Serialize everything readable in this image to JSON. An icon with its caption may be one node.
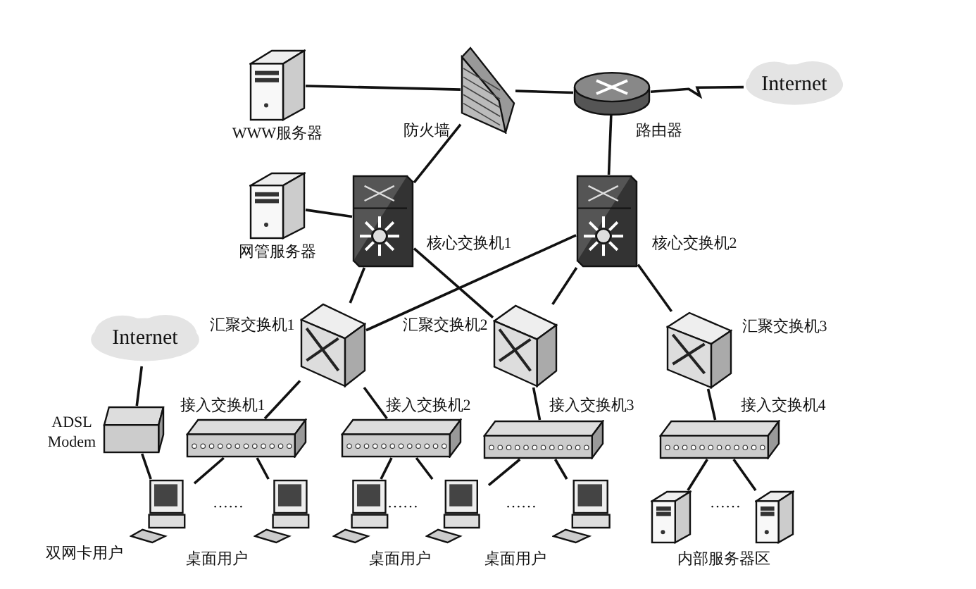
{
  "diagram": {
    "nodes": [
      {
        "text": [
          "WWW服务器"
        ]
      },
      {
        "text": [
          "防火墙"
        ]
      },
      {
        "text": [
          "路由器"
        ]
      },
      {
        "text": [
          "Internet"
        ]
      },
      {
        "text": [
          "网管服务器"
        ]
      },
      {
        "text": [
          "核心交换机1"
        ]
      },
      {
        "text": [
          "核心交换机2"
        ]
      },
      {
        "text": [
          "汇聚交换机1"
        ]
      },
      {
        "text": [
          "汇聚交换机2"
        ]
      },
      {
        "text": [
          "汇聚交换机3"
        ]
      },
      {
        "text": [
          "Internet"
        ]
      },
      {
        "text": [
          "ADSL Modem"
        ]
      },
      {
        "text": [
          "接入交换机1"
        ]
      },
      {
        "text": [
          "接入交换机2"
        ]
      },
      {
        "text": [
          "接入交换机3"
        ]
      },
      {
        "text": [
          "接入交换机4"
        ]
      },
      {
        "text": [
          "双网卡用户"
        ]
      },
      {
        "text": [],
        "shape": "picture"
      },
      {
        "text": [],
        "shape": "picture"
      },
      {
        "text": [],
        "shape": "picture"
      },
      {
        "text": [],
        "shape": "picture"
      },
      {
        "text": [],
        "shape": "picture"
      },
      {
        "text": [],
        "shape": "picture"
      }
    ],
    "edges": [
      {
        "from": 0,
        "to": 1,
        "arrow": "none"
      },
      {
        "from": 1,
        "to": 2,
        "arrow": "none"
      },
      {
        "from": 2,
        "to": 3,
        "arrow": "none"
      },
      {
        "from": 1,
        "to": 5,
        "arrow": "none"
      },
      {
        "from": 2,
        "to": 6,
        "arrow": "none"
      },
      {
        "from": 4,
        "to": 5,
        "arrow": "none"
      },
      {
        "from": 5,
        "to": 7,
        "arrow": "none"
      },
      {
        "from": 5,
        "to": 8,
        "arrow": "none"
      },
      {
        "from": 6,
        "to": 7,
        "arrow": "none"
      },
      {
        "from": 6,
        "to": 8,
        "arrow": "none"
      },
      {
        "from": 6,
        "to": 9,
        "arrow": "none"
      },
      {
        "from": 7,
        "to": 12,
        "arrow": "none"
      },
      {
        "from": 7,
        "to": 13,
        "arrow": "none"
      },
      {
        "from": 8,
        "to": 14,
        "arrow": "none"
      },
      {
        "from": 9,
        "to": 15,
        "arrow": "none"
      },
      {
        "from": 10,
        "to": 11,
        "arrow": "none"
      },
      {
        "from": 11,
        "to": 16,
        "arrow": "none"
      },
      {
        "from": 12,
        "to": 16,
        "arrow": "none"
      },
      {
        "from": 12,
        "to": 17,
        "arrow": "none"
      },
      {
        "from": 13,
        "to": 18,
        "arrow": "none"
      },
      {
        "from": 13,
        "to": 19,
        "arrow": "none"
      },
      {
        "from": 14,
        "to": 19,
        "arrow": "none"
      },
      {
        "from": 14,
        "to": 20,
        "arrow": "none"
      },
      {
        "from": 15,
        "to": 21,
        "arrow": "none"
      },
      {
        "from": 15,
        "to": 22,
        "arrow": "none"
      }
    ],
    "labels": [
      "……",
      "桌面用户",
      "……",
      "桌面用户",
      "……",
      "桌面用户",
      "……",
      "内部服务器区"
    ]
  }
}
